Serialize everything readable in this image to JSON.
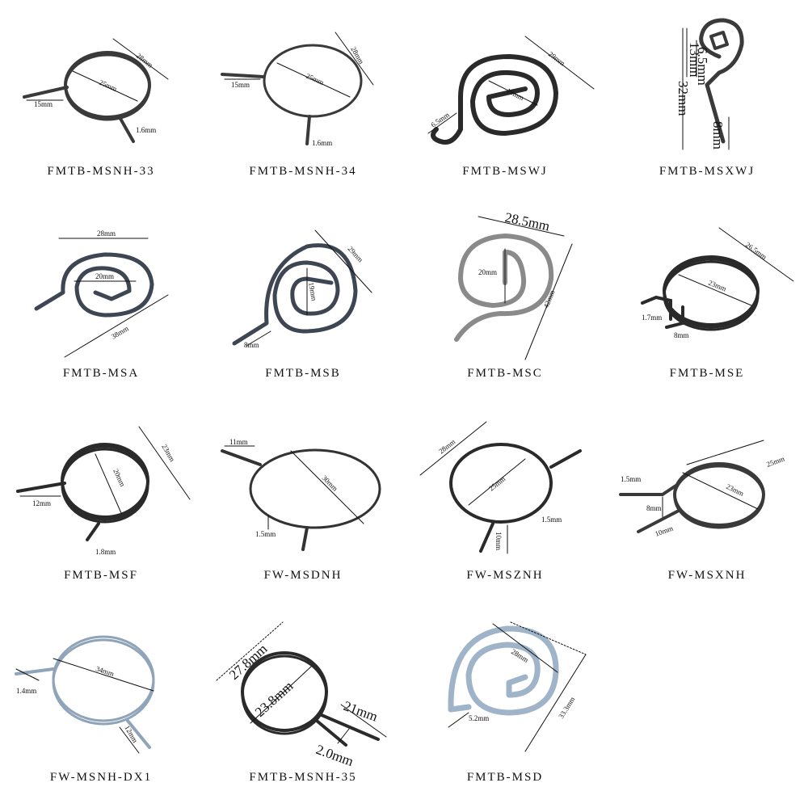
{
  "products": [
    {
      "code": "FMTB-MSNH-33",
      "labels": [
        "28mm",
        "25mm",
        "15mm",
        "1.6mm"
      ],
      "color": "#3a3a3a"
    },
    {
      "code": "FMTB-MSNH-34",
      "labels": [
        "28mm",
        "25mm",
        "15mm",
        "1.6mm"
      ],
      "color": "#3a3a3a"
    },
    {
      "code": "FMTB-MSWJ",
      "labels": [
        "29mm",
        "19mm",
        "6.5mm"
      ],
      "color": "#2a2a2a"
    },
    {
      "code": "FMTB-MSXWJ",
      "labels": [
        "13mm",
        "6.5mm",
        "32mm",
        "8mm"
      ],
      "color": "#3a3a3a"
    },
    {
      "code": "FMTB-MSA",
      "labels": [
        "28mm",
        "20mm",
        "38mm"
      ],
      "color": "#3d4652"
    },
    {
      "code": "FMTB-MSB",
      "labels": [
        "29mm",
        "19mm",
        "8mm"
      ],
      "color": "#3d4652"
    },
    {
      "code": "FMTB-MSC",
      "labels": [
        "28.5mm",
        "20mm",
        "42mm"
      ],
      "color": "#8a8a8a"
    },
    {
      "code": "FMTB-MSE",
      "labels": [
        "26.5mm",
        "23mm",
        "1.7mm",
        "8mm"
      ],
      "color": "#2a2a2a"
    },
    {
      "code": "FMTB-MSF",
      "labels": [
        "23mm",
        "20mm",
        "12mm",
        "1.8mm"
      ],
      "color": "#2a2a2a"
    },
    {
      "code": "FW-MSDNH",
      "labels": [
        "11mm",
        "30mm",
        "1.5mm"
      ],
      "color": "#333333"
    },
    {
      "code": "FW-MSZNH",
      "labels": [
        "28mm",
        "25mm",
        "1.5mm",
        "10mm"
      ],
      "color": "#2a2a2a"
    },
    {
      "code": "FW-MSXNH",
      "labels": [
        "1.5mm",
        "23mm",
        "25mm",
        "8mm",
        "10mm"
      ],
      "color": "#3a3a3a"
    },
    {
      "code": "FW-MSNH-DX1",
      "labels": [
        "34mm",
        "1.4mm",
        "12mm"
      ],
      "color": "#8fa4b8"
    },
    {
      "code": "FMTB-MSNH-35",
      "labels": [
        "27.8mm",
        "23.8mm",
        "21mm",
        "2.0mm"
      ],
      "color": "#2a2a2a"
    },
    {
      "code": "FMTB-MSD",
      "labels": [
        "28mm",
        "5.2mm",
        "33.3mm"
      ],
      "color": "#9fb4c8"
    }
  ]
}
